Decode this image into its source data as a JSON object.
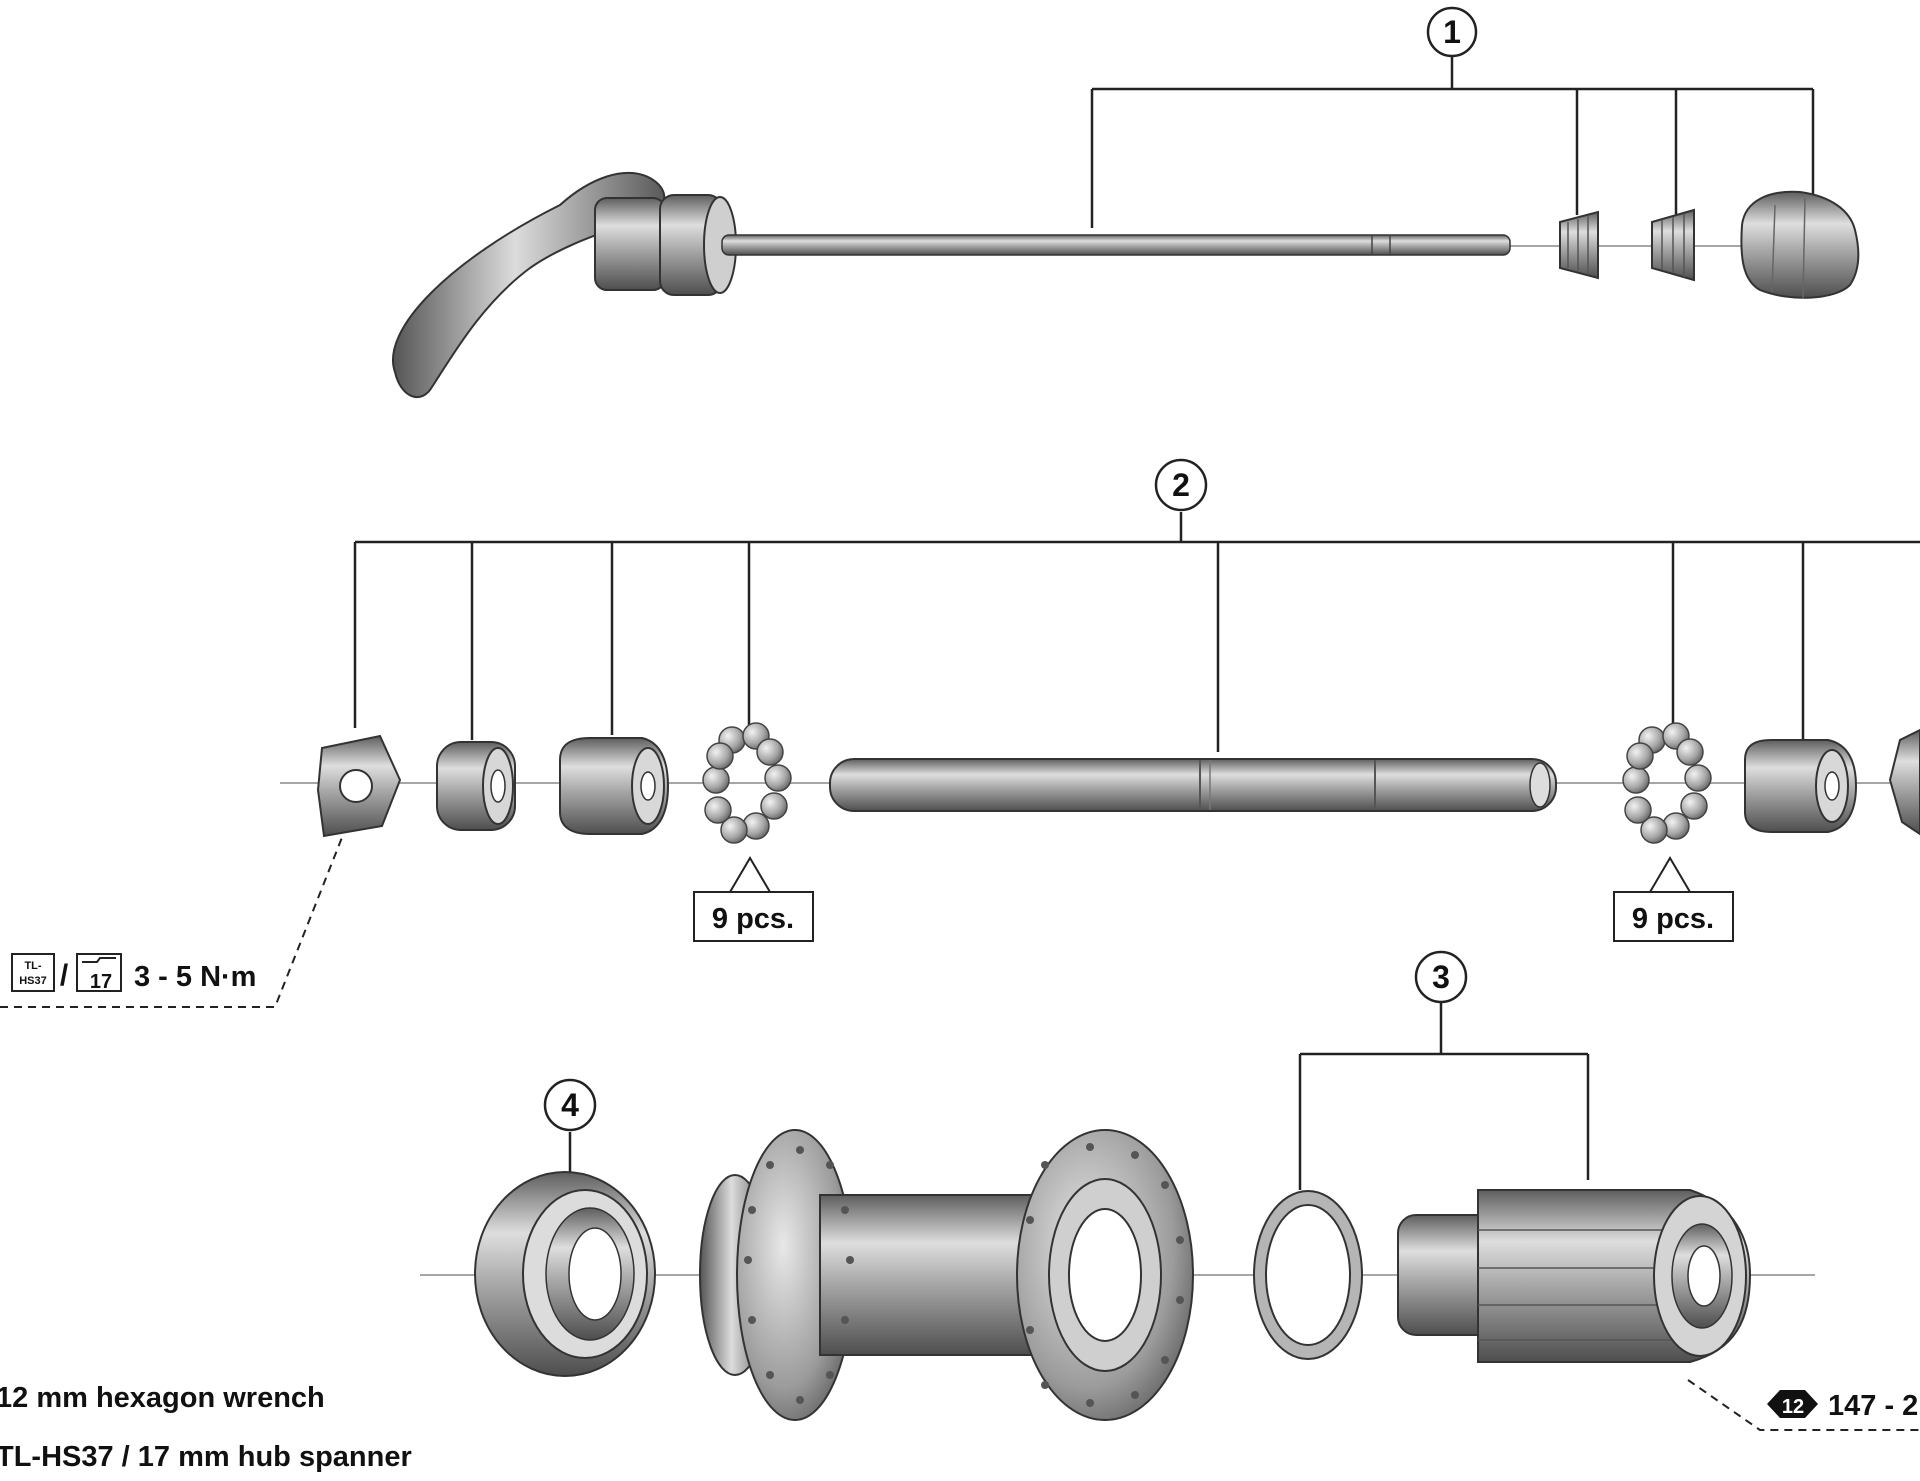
{
  "callouts": {
    "c1": "1",
    "c2": "2",
    "c3": "3",
    "c4": "4"
  },
  "ball_count": {
    "left": "9 pcs.",
    "right": "9 pcs."
  },
  "torque_axle_nut": "3 - 5 N·m",
  "torque_freehub": "147 - 2",
  "tool_icons": {
    "tl_hs37_line1": "TL-",
    "tl_hs37_line2": "HS37",
    "spanner_size": "17",
    "hex_size": "12"
  },
  "torque_separator": "/",
  "legend": {
    "hex_wrench": "12 mm hexagon wrench",
    "hub_spanner": "TL-HS37 / 17 mm hub spanner"
  },
  "colors": {
    "line": "#222222",
    "metal_dark": "#6a6a6a",
    "metal_mid": "#a3a3a3",
    "metal_light": "#e6e6e6"
  }
}
